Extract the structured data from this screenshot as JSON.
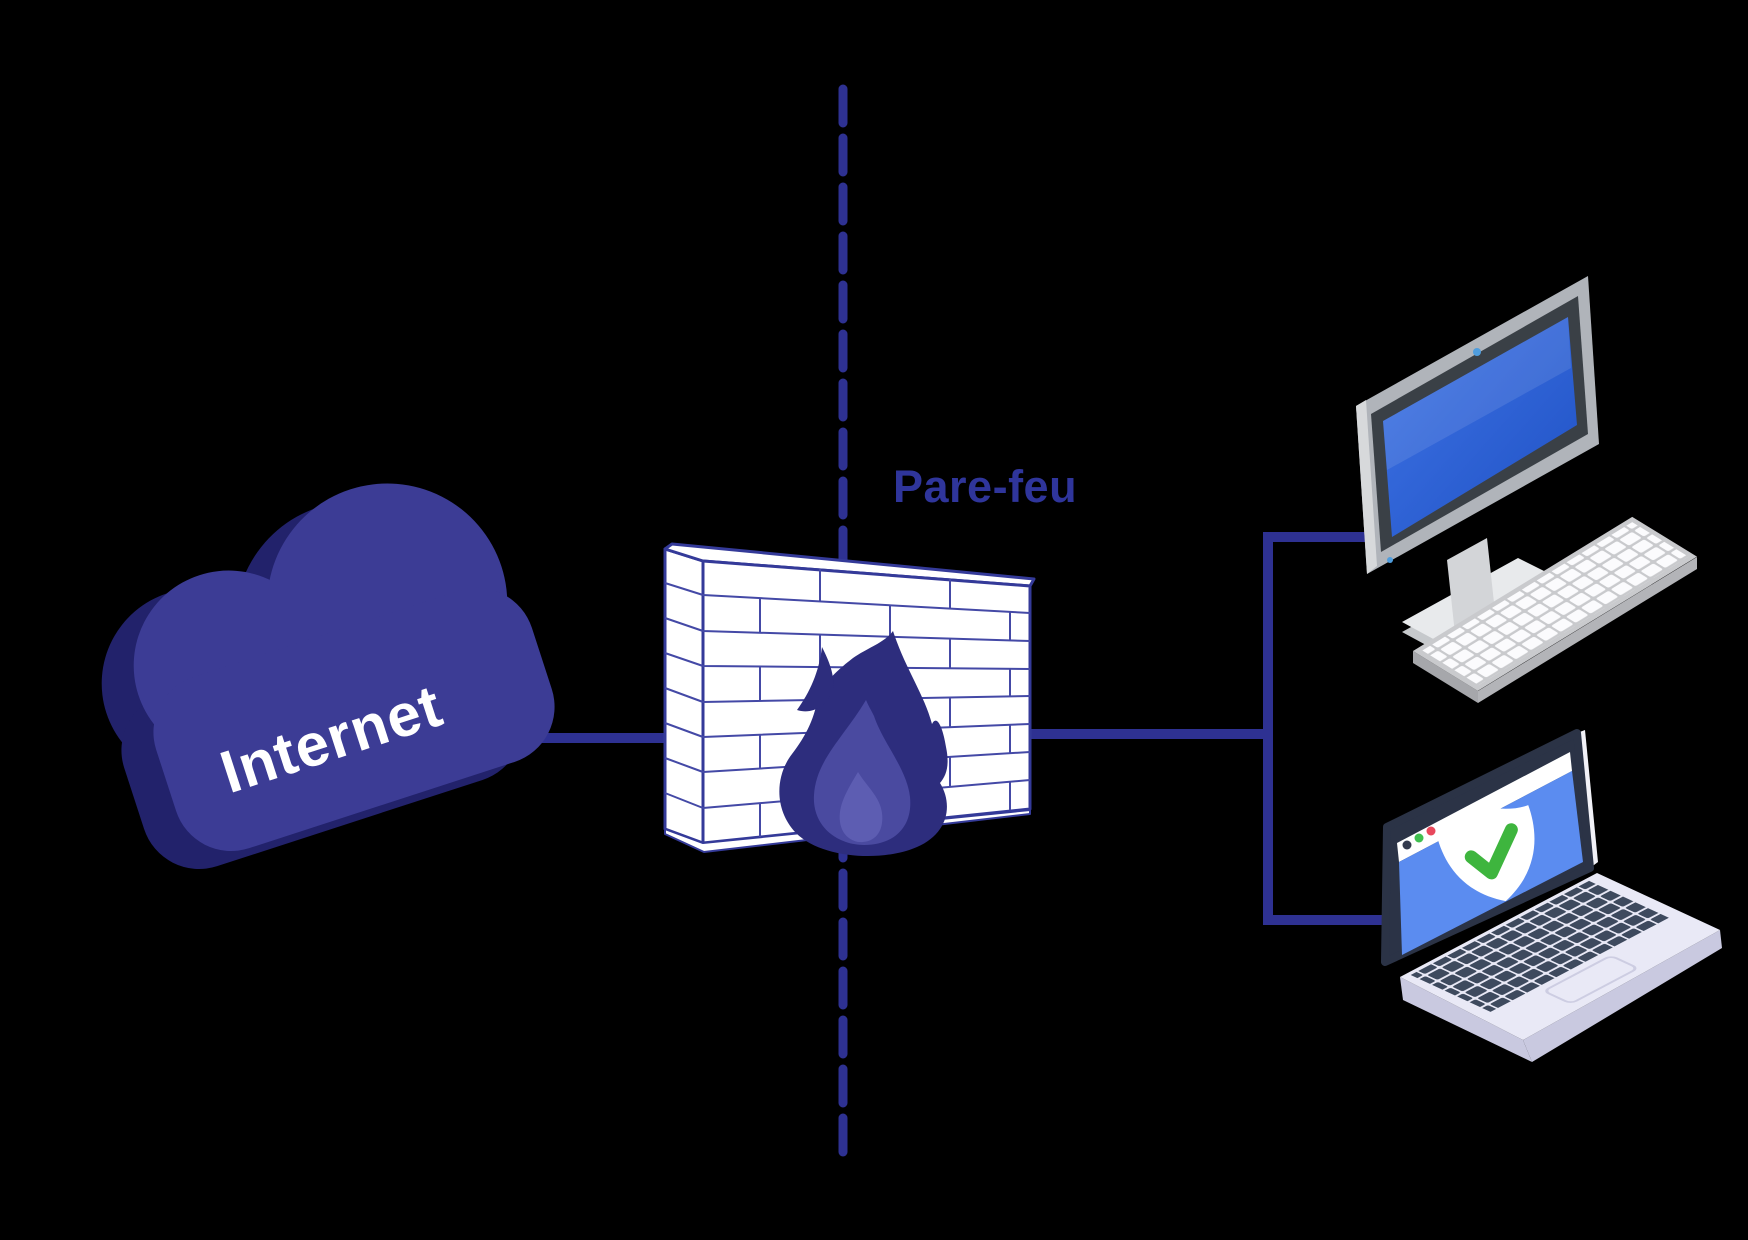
{
  "diagram": {
    "internet_label": "Internet",
    "firewall_label": "Pare-feu"
  },
  "colors": {
    "background": "#000000",
    "primary_line": "#2e3192",
    "cloud_front": "#3c3c95",
    "cloud_side": "#22226b",
    "cloud_text": "#ffffff",
    "wall_fill": "#ffffff",
    "wall_outline": "#343a99",
    "brick_line": "#4449a6",
    "flame_outer": "#2d2d7d",
    "flame_inner": "#4a4aa0",
    "flame_core": "#5d5db2",
    "firewall_label_color": "#2f359b",
    "monitor_screen_top": "#3f74e6",
    "monitor_screen_bottom": "#1f51c4",
    "laptop_screen": "#5b8cf0",
    "laptop_frame": "#2b3346",
    "laptop_key": "#3e4a5e",
    "shield_fill": "#ffffff",
    "shield_check_green": "#3eb53e",
    "browser_dot_dark": "#333a4d",
    "browser_dot_green": "#3fbf4f",
    "browser_dot_red": "#e8485c"
  },
  "icons": {
    "cloud": "internet-cloud-icon",
    "wall": "firewall-wall-icon",
    "flame": "flame-icon",
    "boundary": "firewall-boundary-dashed-line",
    "desktop": "desktop-computer-icon",
    "keyboard": "keyboard-icon",
    "laptop": "laptop-icon",
    "shield": "shield-check-icon"
  }
}
